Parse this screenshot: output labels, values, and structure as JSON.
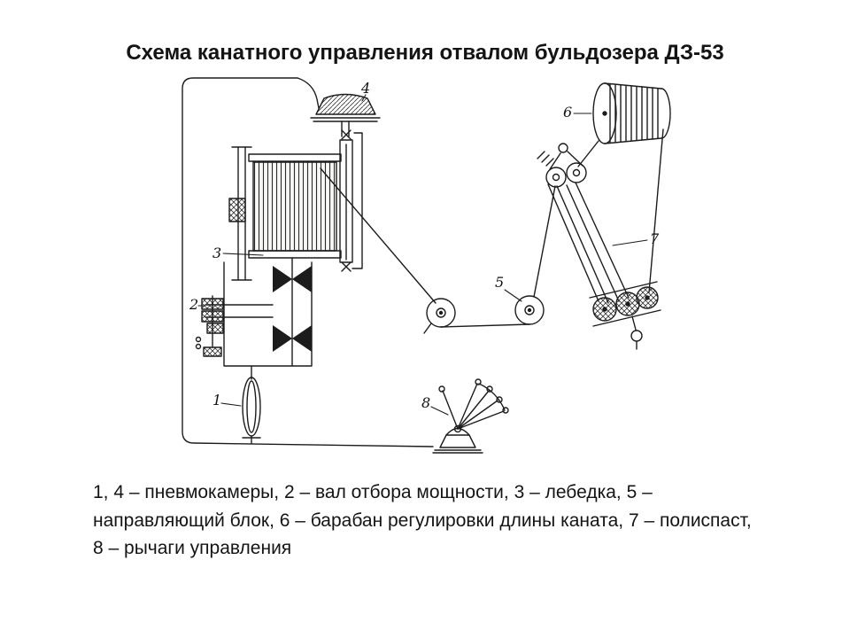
{
  "page": {
    "title": "Схема канатного управления отвалом бульдозера ДЗ-53",
    "caption": "1, 4 – пневмокамеры, 2 – вал отбора мощности, 3 – лебедка, 5 – направляющий блок, 6 – барабан регулировки длины каната, 7 – полиспаст, 8 – рычаги управления"
  },
  "diagram": {
    "labels": {
      "l1": "1",
      "l2": "2",
      "l3": "3",
      "l4": "4",
      "l5": "5",
      "l6": "6",
      "l7": "7",
      "l8": "8"
    }
  }
}
